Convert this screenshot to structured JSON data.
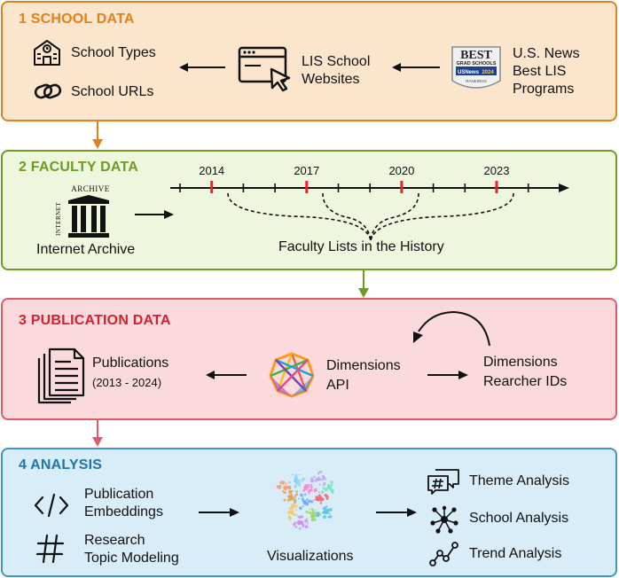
{
  "school": {
    "title": "1 SCHOOL DATA",
    "types": "School Types",
    "urls": "School URLs",
    "websites_line1": "LIS School",
    "websites_line2": "Websites",
    "badge_line1": "BEST",
    "badge_line2": "GRAD SCHOOLS",
    "badge_line3": "USNews",
    "badge_line4": "2024",
    "badge_line5": "RANKINGS",
    "usnews_line1": "U.S. News",
    "usnews_line2": "Best LIS",
    "usnews_line3": "Programs"
  },
  "faculty": {
    "title": "2 FACULTY DATA",
    "archive_label": "Internet Archive",
    "archive_logo_top": "ARCHIVE",
    "archive_logo_side": "INTERNET",
    "years": [
      "2014",
      "2017",
      "2020",
      "2023"
    ],
    "lists_label": "Faculty Lists in the History"
  },
  "publication": {
    "title": "3 PUBLICATION DATA",
    "pubs_label": "Publications",
    "pubs_range": "(2013 - 2024)",
    "dims_line1": "Dimensions",
    "dims_line2": "API",
    "ids_line1": "Dimensions",
    "ids_line2": "Rearcher IDs"
  },
  "analysis": {
    "title": "4 ANALYSIS",
    "embed_line1": "Publication",
    "embed_line2": "Embeddings",
    "topic_line1": "Research",
    "topic_line2": "Topic Modeling",
    "vis_label": "Visualizations",
    "theme": "Theme Analysis",
    "school": "School Analysis",
    "trend": "Trend Analysis"
  },
  "colors": {
    "school": "#e0811c",
    "faculty": "#6f9a23",
    "publication": "#e15a66",
    "analysis": "#3f95c3",
    "tick_red": "#e8232a"
  },
  "icons": [
    "school-building-icon",
    "link-icon",
    "browser-cursor-icon",
    "usnews-badge-icon",
    "internet-archive-icon",
    "documents-icon",
    "dimensions-logo-icon",
    "code-icon",
    "hashtag-icon",
    "theme-chat-icon",
    "network-icon",
    "trend-icon",
    "scatter-visualization-icon"
  ]
}
